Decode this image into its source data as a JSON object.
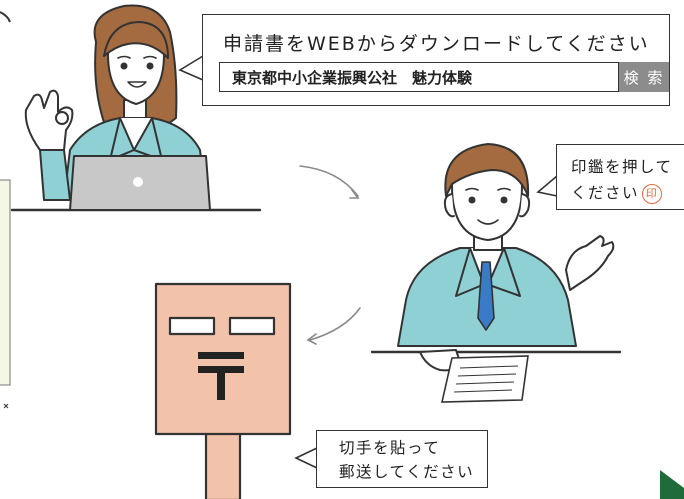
{
  "bubble_download": {
    "title": "申請書をWEBからダウンロードしてください",
    "search_query": "東京都中小企業振興公社　魅力体験",
    "search_button": "検 索"
  },
  "bubble_stamp": {
    "line1": "印鑑を押して",
    "line2": "ください",
    "stamp_char": "印"
  },
  "bubble_mail": {
    "line1": "切手を貼って",
    "line2": "郵送してください"
  },
  "colors": {
    "suit": "#8fd0d4",
    "skin": "#ffffff",
    "hair": "#a36b3f",
    "postbox": "#f2c2aa",
    "stamp": "#e06a40",
    "search_button": "#8c8c8c",
    "corner_accent": "#1f6b3a"
  },
  "icons": [
    "laptop-icon",
    "arrow-icon",
    "postbox-icon",
    "postal-mark-icon",
    "document-icon",
    "stamp-icon"
  ]
}
